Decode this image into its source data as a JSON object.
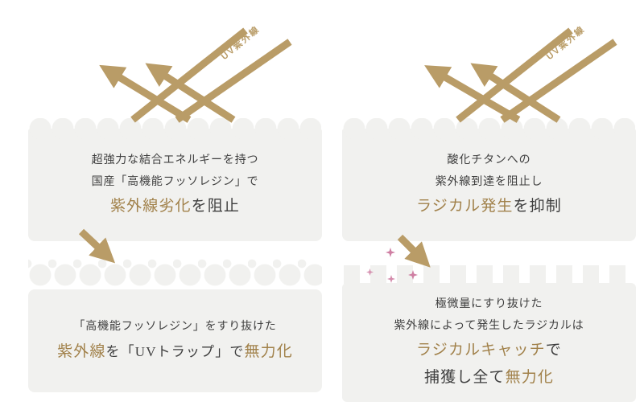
{
  "colors": {
    "panel": "#f1f1ef",
    "ink": "#3f3f3f",
    "accent": "#a1814a",
    "arrow": "#b99c67",
    "radical_pink": "#cf7fa3"
  },
  "icons": {
    "incoming_ray": "uv-incoming-ray-icon",
    "reflected_ray": "uv-reflected-arrow-icon",
    "down_arrow": "uv-trap-arrow-icon",
    "radical": "radical-star-icon"
  },
  "left": {
    "uv_label": "UV紫外線",
    "top": {
      "line1": "超強力な結合エネルギーを持つ",
      "line2": "国産「高機能フッソレジン」で",
      "line3_accent": "紫外線劣化",
      "line3_rest": "を阻止"
    },
    "bottom": {
      "line1": "「高機能フッソレジン」をすり抜けた",
      "line2_accent1": "紫外線",
      "line2_mid": "を「UVトラップ」で",
      "line2_accent2": "無力化"
    }
  },
  "right": {
    "uv_label": "UV紫外線",
    "top": {
      "line1": "酸化チタンへの",
      "line2": "紫外線到達を阻止し",
      "line3_accent": "ラジカル発生",
      "line3_rest": "を抑制"
    },
    "bottom": {
      "line1": "極微量にすり抜けた",
      "line2": "紫外線によって発生したラジカルは",
      "line3_accent": "ラジカルキャッチ",
      "line3_rest": "で",
      "line4_rest": "捕獲し全て",
      "line4_accent": "無力化"
    }
  }
}
